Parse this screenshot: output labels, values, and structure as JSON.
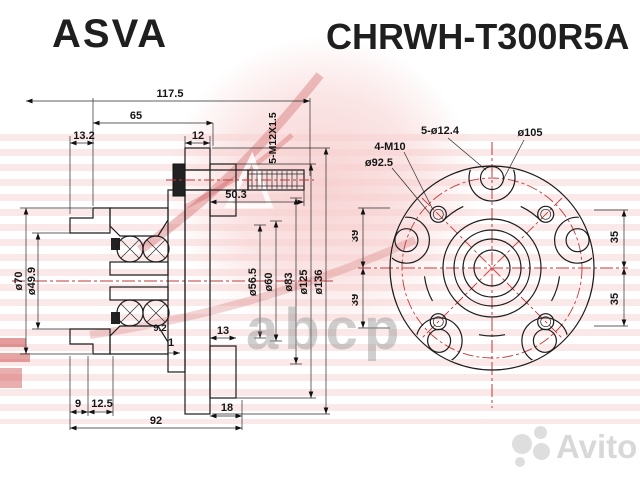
{
  "header": {
    "brand": "ASVA",
    "part_number": "CHRWH-T300R5A"
  },
  "watermark": {
    "abcp_text": "abcp",
    "avito_text": "Avito"
  },
  "colors": {
    "line": "#1c1c1c",
    "centerline_red": "#c03a3a",
    "stripe_pink": "#f6cbcb",
    "watermark_gray": "#8c8c8c",
    "avito_gray": "#d6d6d6"
  },
  "section_view": {
    "label": "hub cross-section view",
    "dims": {
      "total_width": "117.5",
      "hub_width": "65",
      "offset_left": "13.2",
      "flange_thickness": "12",
      "stud_length": "50.3",
      "stud_spec": "5-M12X1.5",
      "outer_dia": "ø70",
      "bore_dia": "ø49.9",
      "dia_56_5": "ø56.5",
      "dia_60": "ø60",
      "dia_83": "ø83",
      "dia_125": "ø125",
      "dia_136": "ø136",
      "pilot_width": "13",
      "chamfer": "1",
      "seal_width": "9.2",
      "step_9": "9",
      "step_12_5": "12.5",
      "mount_width": "92",
      "pilot_height": "18"
    }
  },
  "front_view": {
    "label": "hub front view",
    "dims": {
      "stud_holes": "5-ø12.4",
      "stud_pcd": "ø105",
      "thread_holes": "4-M10",
      "thread_pcd": "ø92.5",
      "left_top": "39",
      "left_bottom": "39",
      "right_top": "35",
      "right_bottom": "35"
    }
  }
}
